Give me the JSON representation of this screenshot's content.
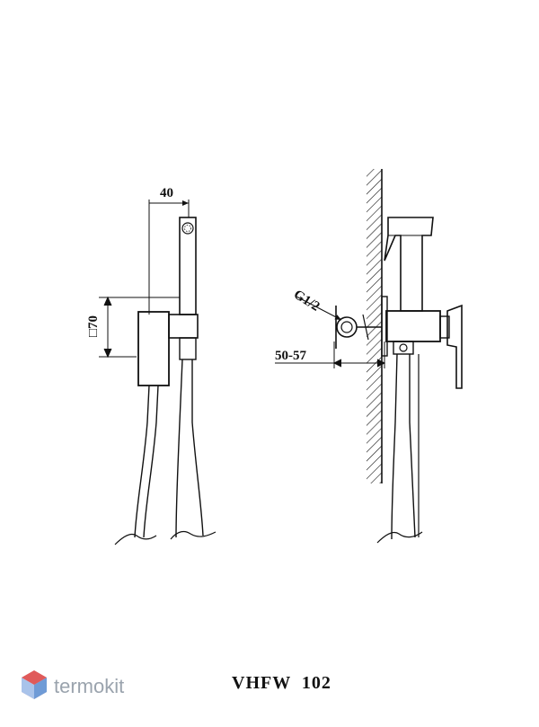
{
  "dimensions": {
    "width_label": "40",
    "height_label": "□70",
    "thread_label": "G1/2",
    "depth_label": "50-57"
  },
  "model": "VHFW  102",
  "watermark": {
    "brand": "termokit",
    "logo_icon": "hexagon-cube-icon"
  },
  "colors": {
    "line": "#111111",
    "logo_gray": "#9aa3ad",
    "logo_red": "#e05a5a",
    "logo_blue": "#6f9bd6"
  }
}
